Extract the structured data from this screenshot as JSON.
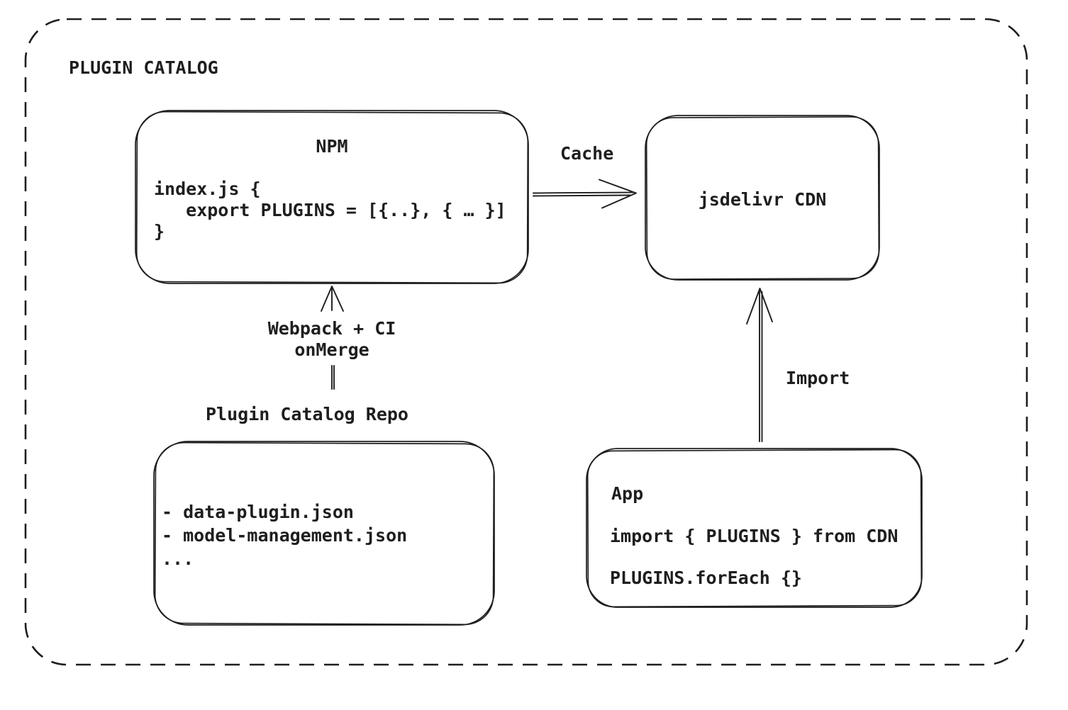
{
  "diagram": {
    "title": "PLUGIN CATALOG",
    "colors": {
      "stroke": "#1e1e1e",
      "background": "#ffffff"
    },
    "nodes": {
      "npm": {
        "title": "NPM",
        "code": [
          "index.js {",
          "   export PLUGINS = [{..}, { … }]",
          "}"
        ]
      },
      "cdn": {
        "title": "jsdelivr CDN"
      },
      "repo": {
        "label": "Plugin Catalog Repo",
        "items": [
          "- data-plugin.json",
          "- model-management.json",
          "..."
        ]
      },
      "app": {
        "title": "App",
        "code": [
          "import { PLUGINS } from CDN",
          "PLUGINS.forEach {}"
        ]
      }
    },
    "edges": {
      "cache": {
        "label": "Cache"
      },
      "build": {
        "label_line1": "Webpack + CI",
        "label_line2": "onMerge"
      },
      "import": {
        "label": "Import"
      }
    }
  }
}
